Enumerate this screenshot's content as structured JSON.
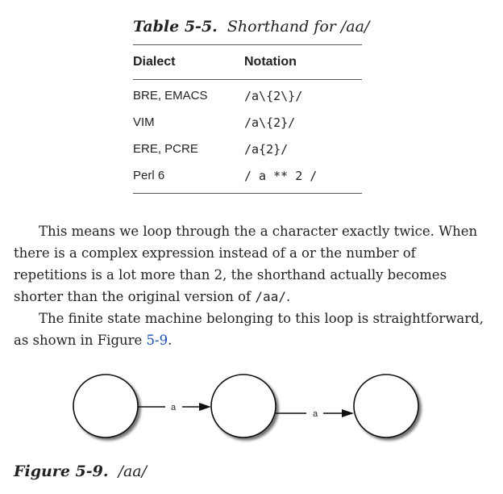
{
  "table": {
    "caption_number": "Table 5-5.",
    "caption_text": "Shorthand for /aa/",
    "headers": {
      "dialect": "Dialect",
      "notation": "Notation"
    },
    "rows": [
      {
        "dialect": "BRE, EMACS",
        "notation": "/a\\{2\\}/"
      },
      {
        "dialect": "VIM",
        "notation": "/a\\{2}/"
      },
      {
        "dialect": "ERE, PCRE",
        "notation": "/a{2}/"
      },
      {
        "dialect": "Perl 6",
        "notation": "/ a ** 2 /"
      }
    ]
  },
  "paragraph1": {
    "text1": "This means we loop through the a character exactly twice. When there is a complex expression instead of a or the number of repetitions is a lot more than 2, the shorthand actually becomes shorter than the original version of ",
    "code": "/aa/",
    "text2": "."
  },
  "paragraph2": {
    "text1": "The finite state machine belonging to this loop is straightforward, as shown in Figure ",
    "link": "5-9",
    "text2": "."
  },
  "figure": {
    "edge_labels": [
      "a",
      "a"
    ],
    "caption_number": "Figure 5-9.",
    "caption_text": "/aa/"
  }
}
